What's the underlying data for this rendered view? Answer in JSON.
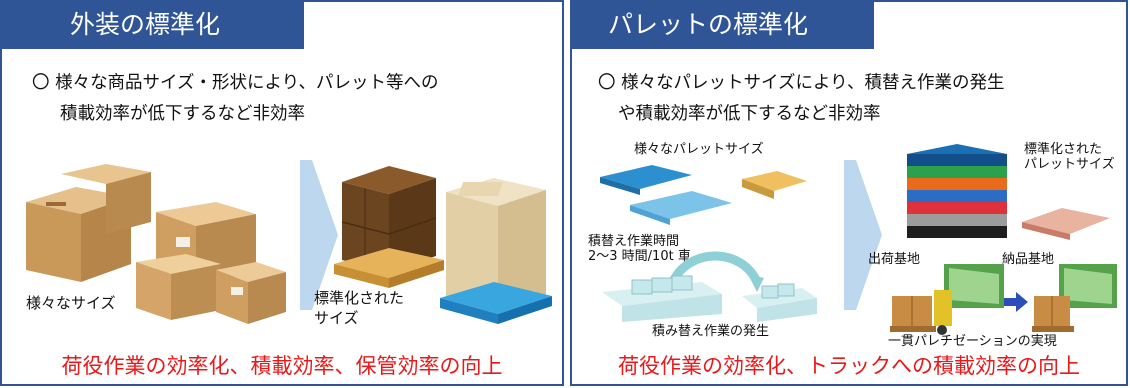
{
  "left": {
    "title": "外装の標準化",
    "desc_line1": "〇 様々な商品サイズ・形状により、パレット等への",
    "desc_line2": "積載効率が低下するなど非効率",
    "label_various": "様々なサイズ",
    "label_standard_1": "標準化された",
    "label_standard_2": "サイズ",
    "outcome": "荷役作業の効率化、積載効率、保管効率の向上"
  },
  "right": {
    "title": "パレットの標準化",
    "desc_line1": "〇 様々なパレットサイズにより、積替え作業の発生",
    "desc_line2": "や積載効率が低下するなど非効率",
    "label_pallet_sizes": "様々なパレットサイズ",
    "label_reload_time_1": "積替え作業時間",
    "label_reload_time_2": "2～3 時間/10t 車",
    "label_reload_occur": "積み替え作業の発生",
    "label_std_pallet_1": "標準化された",
    "label_std_pallet_2": "パレットサイズ",
    "label_shipping": "出荷基地",
    "label_delivery": "納品基地",
    "label_palletization": "一貫パレチゼーションの実現",
    "outcome": "荷役作業の効率化、トラックへの積載効率の向上"
  },
  "colors": {
    "header_blue": "#2f5597",
    "outcome_red": "#e8191b",
    "arrow_blue": "#bdd7ee"
  }
}
